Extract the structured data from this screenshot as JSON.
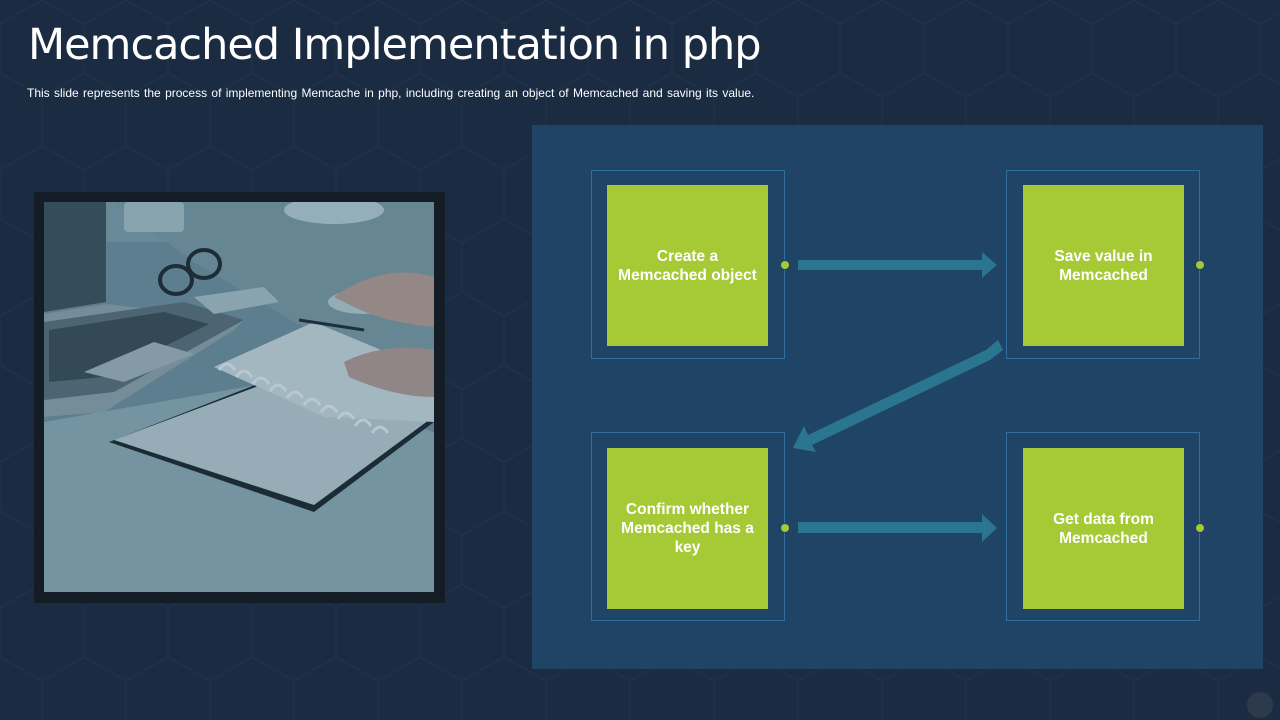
{
  "slide": {
    "title": "Memcached Implementation in php",
    "subtitle": "This slide represents the process of implementing Memcache in php, including creating an object of Memcached and saving its value."
  },
  "steps": [
    {
      "label": "Create a Memcached object"
    },
    {
      "label": "Save value in Memcached"
    },
    {
      "label": "Confirm whether Memcached has a key"
    },
    {
      "label": "Get data from Memcached"
    }
  ],
  "colors": {
    "background": "#1a2b42",
    "panel": "#1f4465",
    "step_fill": "#a6c936",
    "arrow": "#2a7590",
    "outline": "#2f6ea1"
  },
  "photo": {
    "icon": "desk-laptop-notebook-photo"
  }
}
